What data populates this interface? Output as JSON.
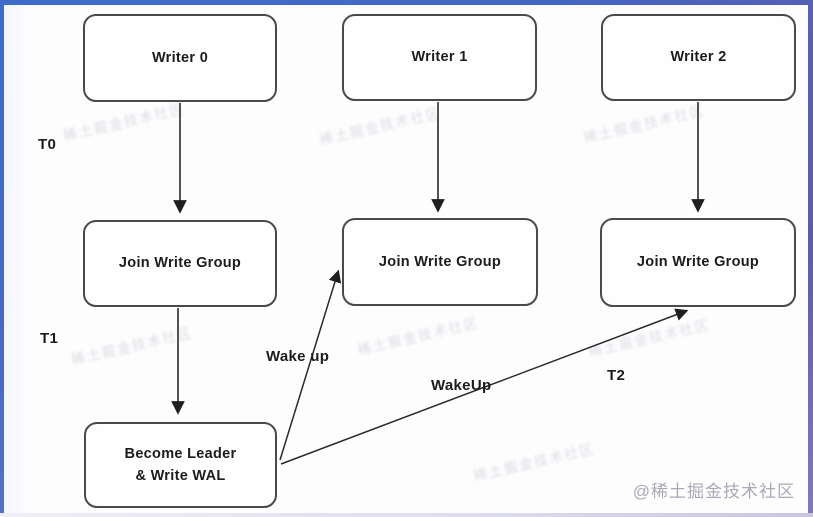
{
  "diagram": {
    "nodes": [
      {
        "id": "writer-0",
        "label": "Writer 0"
      },
      {
        "id": "writer-1",
        "label": "Writer 1"
      },
      {
        "id": "writer-2",
        "label": "Writer 2"
      },
      {
        "id": "join-write-group-0",
        "label": "Join Write Group"
      },
      {
        "id": "join-write-group-1",
        "label": "Join Write Group"
      },
      {
        "id": "join-write-group-2",
        "label": "Join Write Group"
      },
      {
        "id": "become-leader-write-wal",
        "label": "Become Leader & Write WAL"
      }
    ],
    "time_labels": [
      {
        "id": "t0",
        "text": "T0"
      },
      {
        "id": "t1",
        "text": "T1"
      },
      {
        "id": "t2",
        "text": "T2"
      }
    ],
    "edge_labels": [
      {
        "id": "wake-up",
        "text": "Wake up"
      },
      {
        "id": "wakeup",
        "text": "WakeUp"
      }
    ]
  },
  "watermark": {
    "corner": "@稀土掘金技术社区",
    "background": "稀土掘金技术社区"
  },
  "colors": {
    "frame_blue": "#3c6dc9",
    "frame_purple": "#8079c2",
    "box_border": "#4a4a4a",
    "arrow": "#2a2a2a"
  }
}
